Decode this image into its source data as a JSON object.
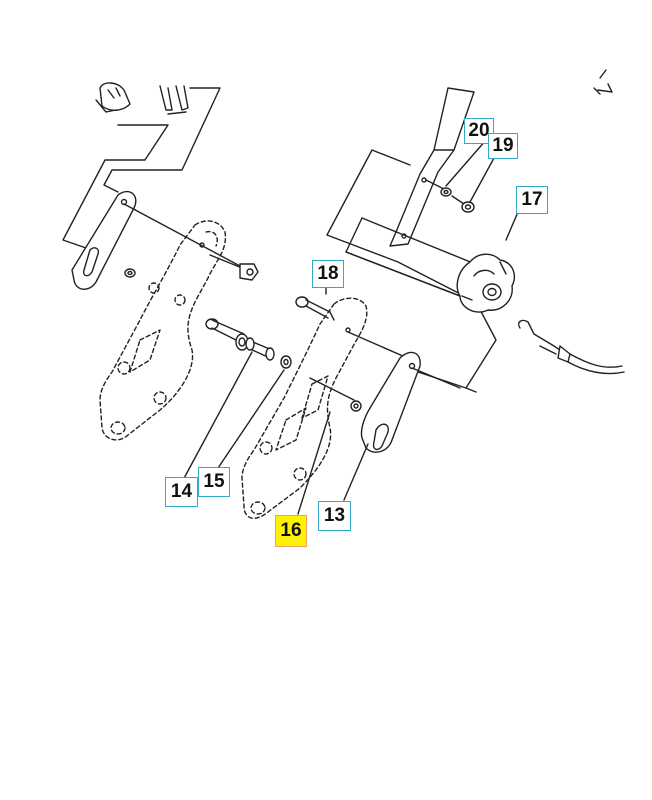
{
  "diagram": {
    "part_labels": {
      "p13": "13",
      "p14": "14",
      "p15": "15",
      "p16": "16",
      "p17": "17",
      "p18": "18",
      "p19": "19",
      "p20": "20"
    },
    "highlighted_label": "16",
    "colors": {
      "callout_border": "#35a9c9",
      "highlight_fill": "#fff200",
      "highlight_border": "#f0a060",
      "line_art": "#222222"
    },
    "icons": [
      "handle-clamp-icon",
      "lever-plate-icon",
      "knob-icon",
      "cable-icon",
      "bolt-icon",
      "washer-icon",
      "nut-icon"
    ]
  }
}
